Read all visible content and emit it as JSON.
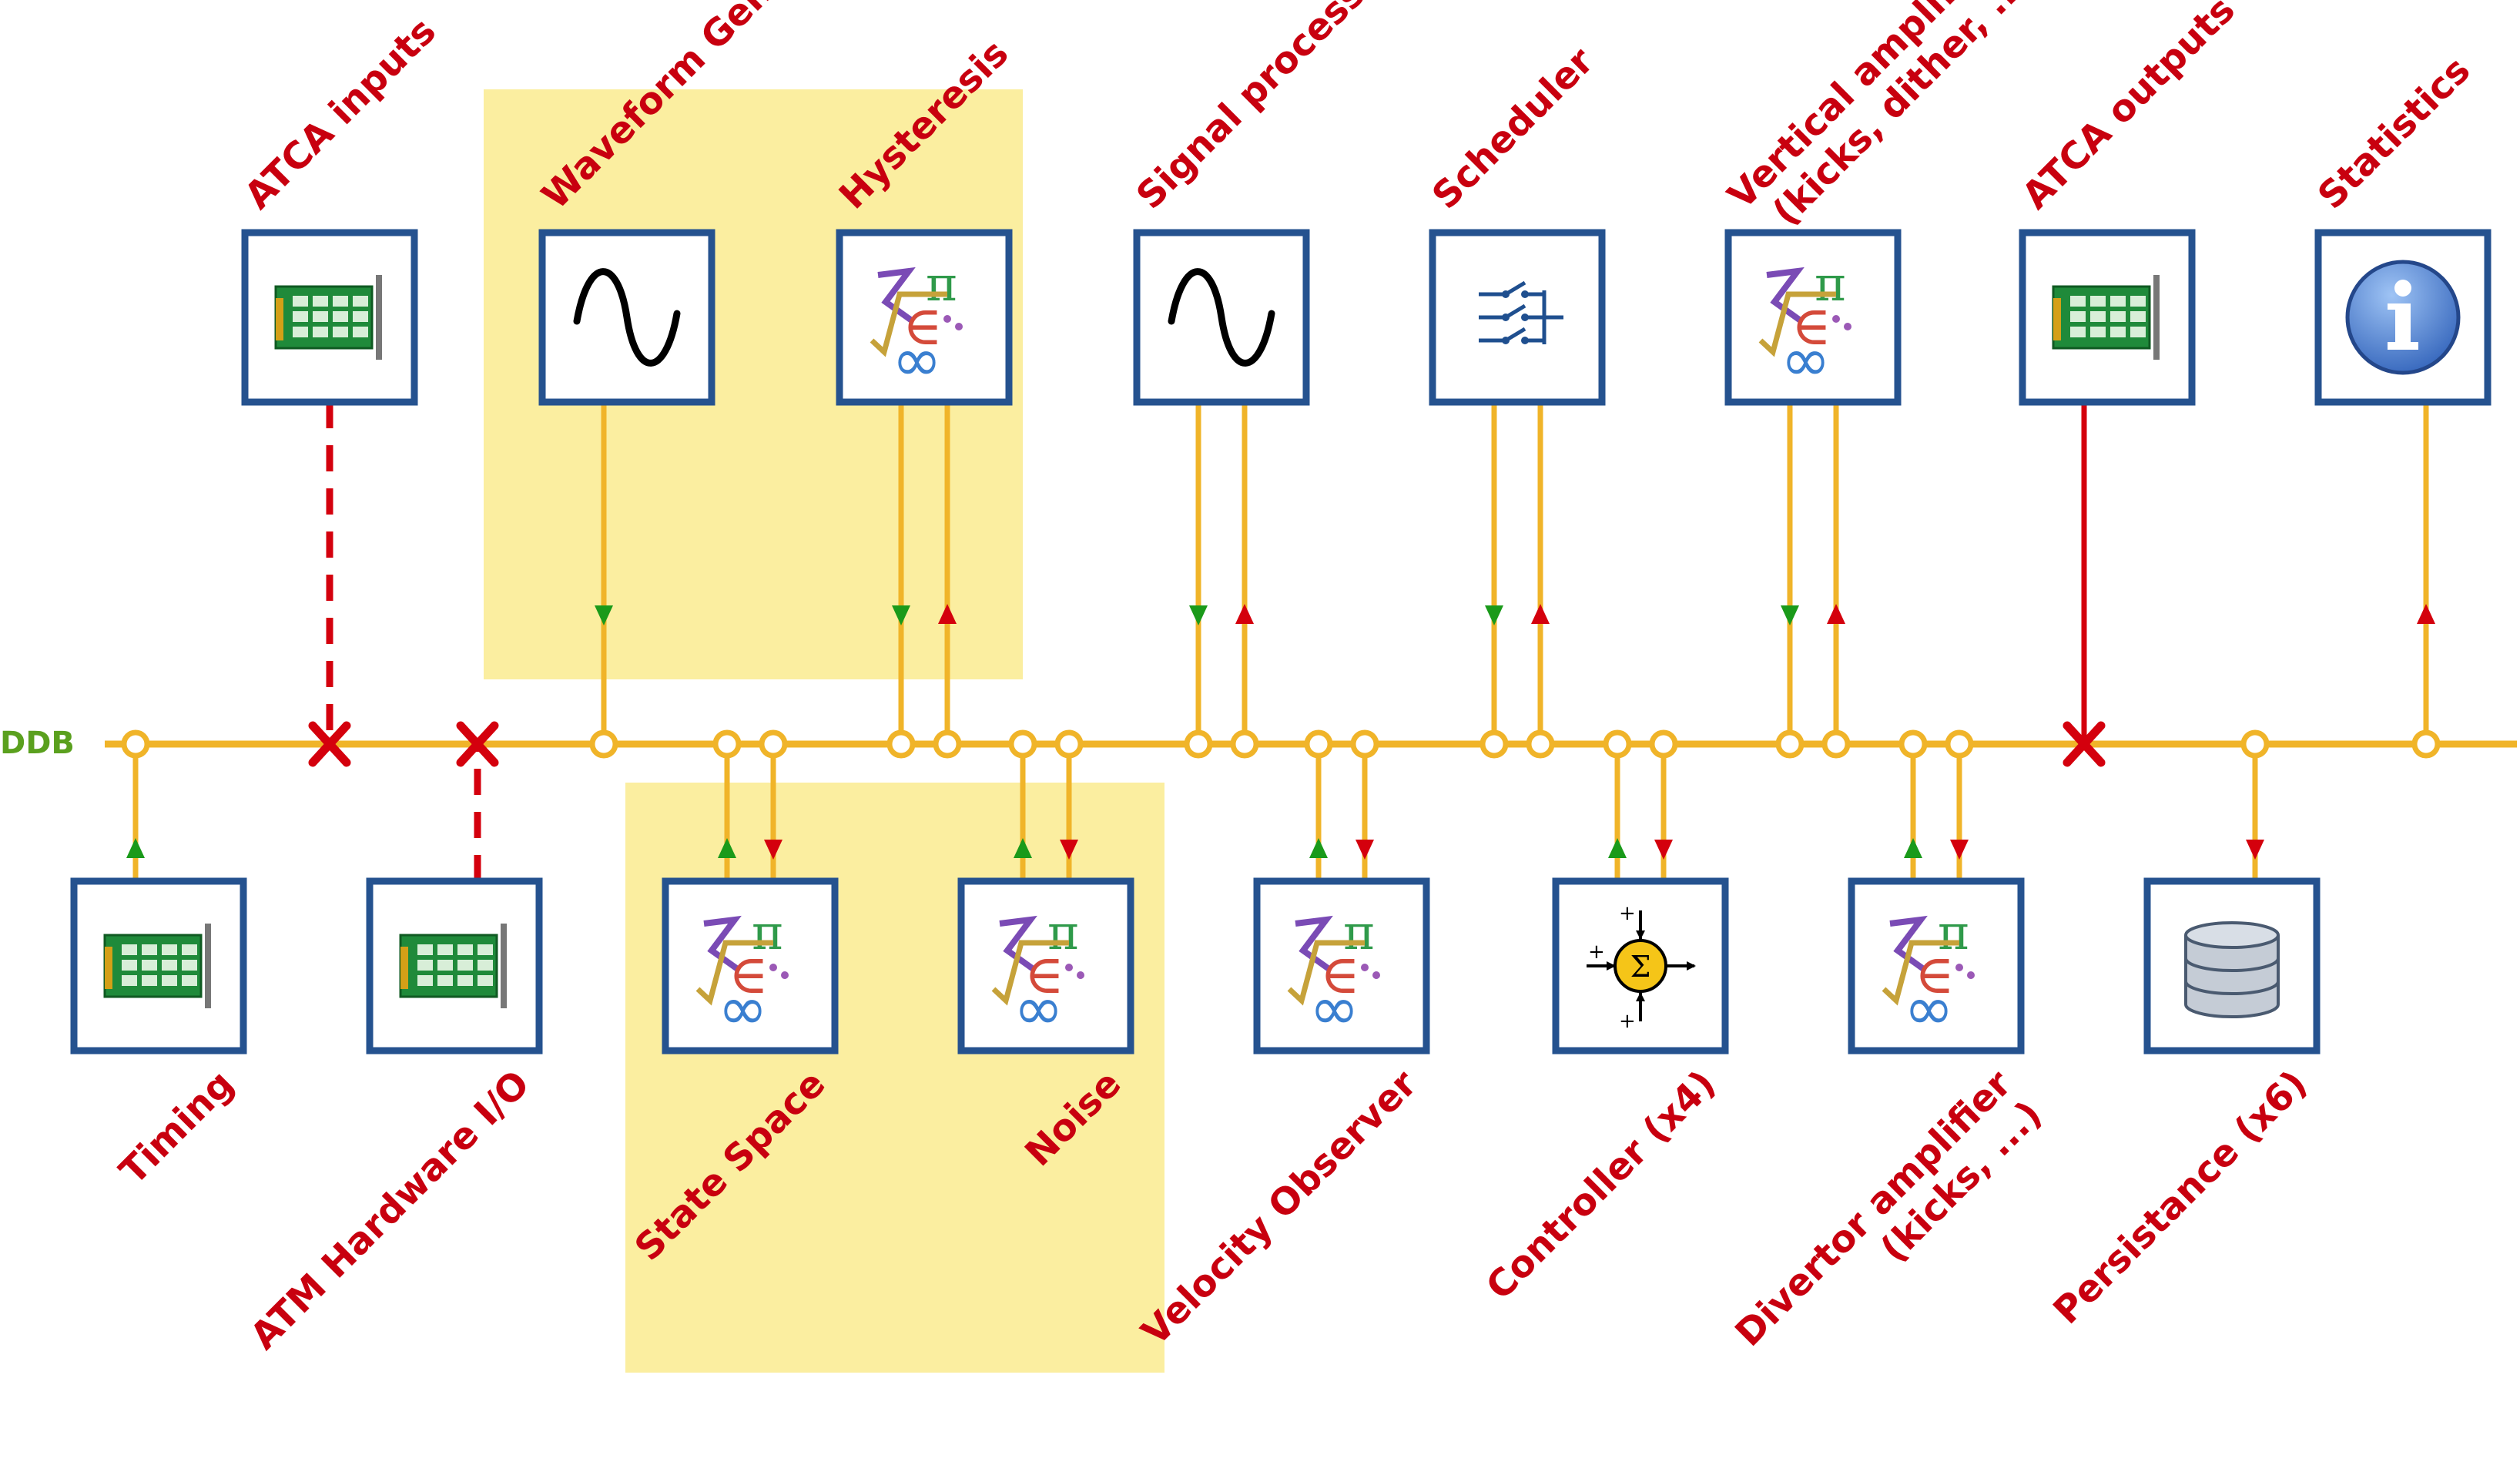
{
  "bus": {
    "label": "DDB"
  },
  "colors": {
    "bus": "#f0b429",
    "box_border": "#25528f",
    "label": "#c8000f",
    "arrow_in": "#1a9a1a",
    "arrow_out": "#d4000d",
    "highlight": "#fbeea0",
    "bus_label": "#5aa01e"
  },
  "top_modules": [
    {
      "label": "ATCA inputs",
      "icon": "atca-card-icon",
      "link": "hardware-dashed"
    },
    {
      "label": "Waveform Gen.",
      "icon": "sine-wave-icon",
      "link": "in"
    },
    {
      "label": "Hysteresis",
      "icon": "math-symbols-icon",
      "link": "in-out"
    },
    {
      "label": "Signal processing",
      "icon": "sine-wave-icon",
      "link": "in-out"
    },
    {
      "label": "Scheduler",
      "icon": "scheduler-switch-icon",
      "link": "in-out"
    },
    {
      "label_lines": [
        "Vertical amplifier",
        "(kicks, dither, ...)"
      ],
      "icon": "math-symbols-icon",
      "link": "in-out"
    },
    {
      "label": "ATCA outputs",
      "icon": "atca-card-icon",
      "link": "hardware-solid"
    },
    {
      "label": "Statistics",
      "icon": "info-icon",
      "link": "out"
    }
  ],
  "bottom_modules": [
    {
      "label": "Timing",
      "icon": "atca-card-icon",
      "link": "out"
    },
    {
      "label": "ATM Hardware I/O",
      "icon": "atca-card-icon",
      "link": "hardware-dashed"
    },
    {
      "label": "State Space",
      "icon": "math-symbols-icon",
      "link": "in-out"
    },
    {
      "label": "Noise",
      "icon": "math-symbols-icon",
      "link": "in-out"
    },
    {
      "label": "Velocity Observer",
      "icon": "math-symbols-icon",
      "link": "in-out"
    },
    {
      "label": "Controller (x4)",
      "icon": "summation-icon",
      "link": "in-out"
    },
    {
      "label_lines": [
        "Divertor amplifier",
        "(kicks, ...)"
      ],
      "icon": "math-symbols-icon",
      "link": "in-out"
    },
    {
      "label": "Persistance (x6)",
      "icon": "database-icon",
      "link": "in"
    }
  ]
}
